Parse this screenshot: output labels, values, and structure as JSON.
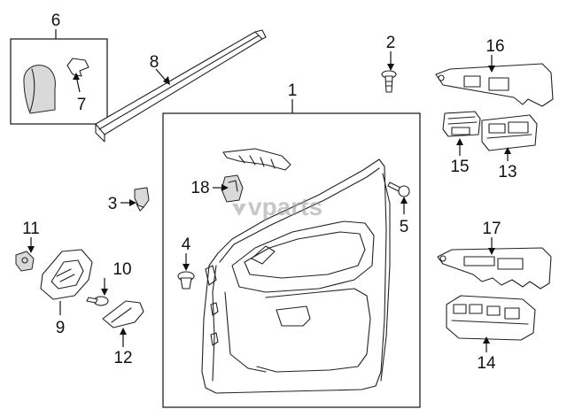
{
  "callouts": [
    "1",
    "2",
    "3",
    "4",
    "5",
    "6",
    "7",
    "8",
    "9",
    "10",
    "11",
    "12",
    "13",
    "14",
    "15",
    "16",
    "17",
    "18"
  ],
  "watermark": {
    "text": "vparts"
  }
}
